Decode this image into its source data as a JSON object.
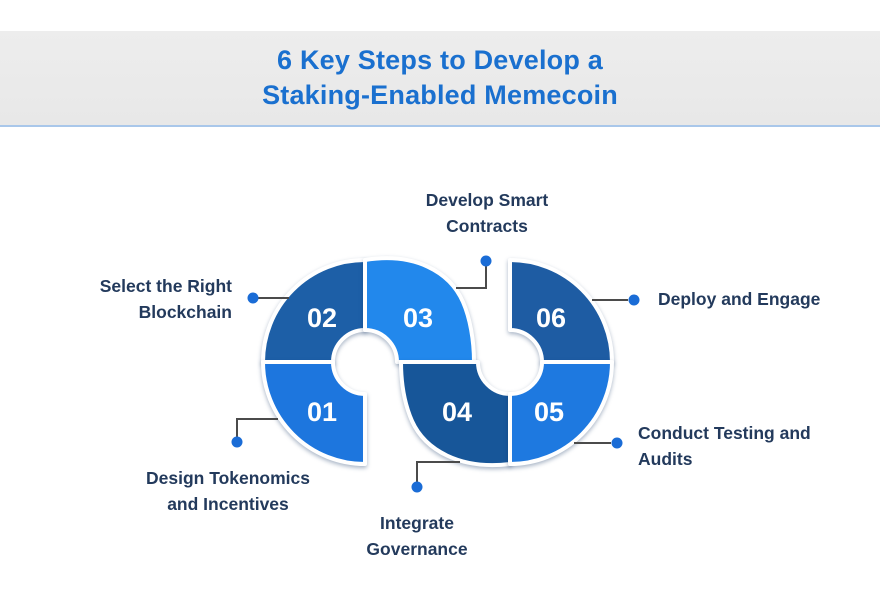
{
  "header": {
    "title_line1": "6 Key Steps to Develop a",
    "title_line2": "Staking-Enabled Memecoin",
    "title_color": "#1a70cf"
  },
  "steps": [
    {
      "num": "01",
      "color": "#1d76de",
      "label": {
        "line1": "Design Tokenomics",
        "line2": "and Incentives"
      }
    },
    {
      "num": "02",
      "color": "#1d5fa7",
      "label": {
        "line1": "Select the Right",
        "line2": "Blockchain"
      }
    },
    {
      "num": "03",
      "color": "#2288ec",
      "label": {
        "line1": "Develop Smart",
        "line2": "Contracts"
      }
    },
    {
      "num": "04",
      "color": "#175699",
      "label": {
        "line1": "Integrate",
        "line2": "Governance"
      }
    },
    {
      "num": "05",
      "color": "#1e79e0",
      "label": {
        "line1": "Conduct Testing and",
        "line2": "Audits"
      }
    },
    {
      "num": "06",
      "color": "#1e5ca3",
      "label": {
        "line1": "Deploy and Engage",
        "line2": ""
      }
    }
  ],
  "connector": {
    "line_color": "#4b4b4b",
    "dot_color": "#1a6cd6"
  },
  "label_color": "#233a5c"
}
